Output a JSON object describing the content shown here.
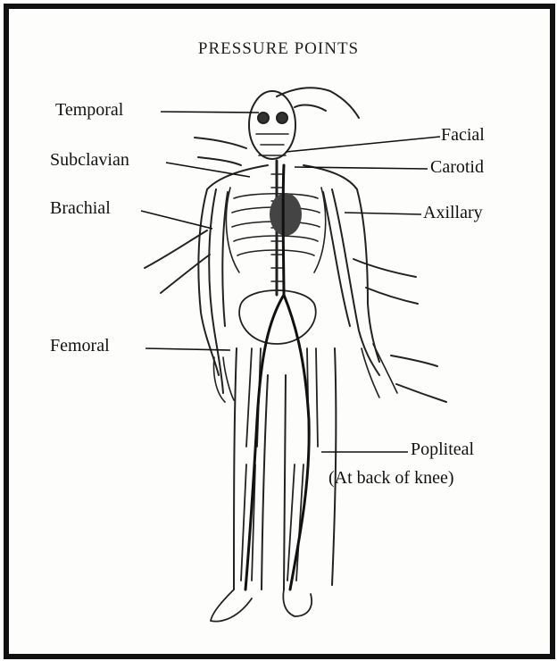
{
  "title": "PRESSURE POINTS",
  "labels": {
    "temporal": "Temporal",
    "subclavian": "Subclavian",
    "brachial": "Brachial",
    "femoral": "Femoral",
    "facial": "Facial",
    "carotid": "Carotid",
    "axillary": "Axillary",
    "popliteal": "Popliteal",
    "popliteal_note": "(At back of knee)"
  },
  "colors": {
    "ink": "#111111",
    "paper": "#fdfdfb",
    "artery": "#1a1a1a"
  }
}
